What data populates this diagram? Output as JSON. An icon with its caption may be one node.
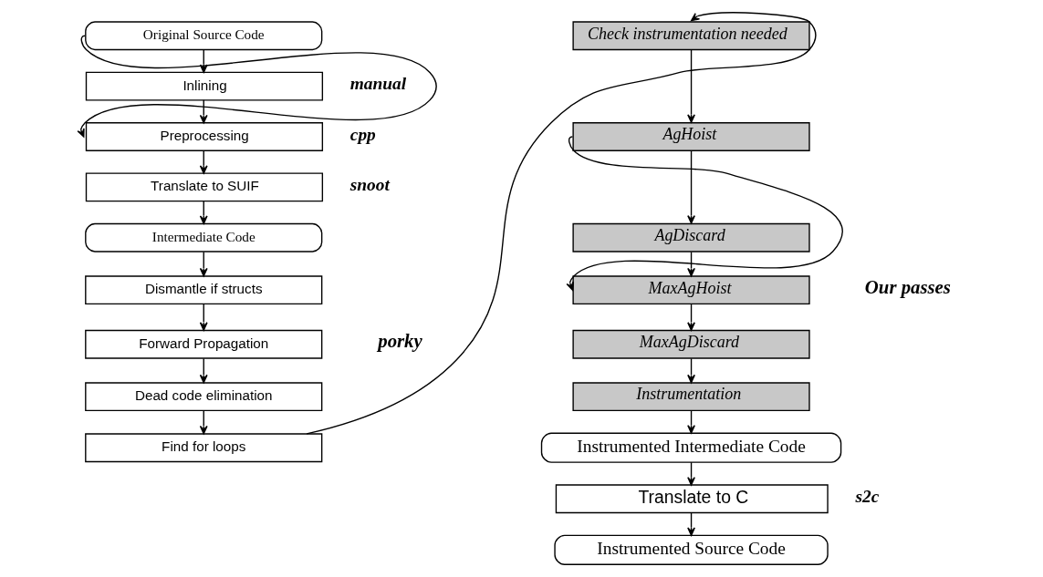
{
  "diagram": {
    "nodes": [
      {
        "text": [
          "Original Source Code"
        ]
      },
      {
        "text": [
          "Inlining"
        ],
        "beside": [
          "manual"
        ]
      },
      {
        "text": [
          "Preprocessing"
        ],
        "beside": [
          "cpp"
        ]
      },
      {
        "text": [
          "Translate to SUIF"
        ],
        "beside": [
          "snoot"
        ]
      },
      {
        "text": [
          "Intermediate Code"
        ]
      },
      {
        "text": [
          "Dismantle if structs"
        ]
      },
      {
        "text": [
          "Forward Propagation"
        ]
      },
      {
        "text": [
          "Dead code elimination"
        ]
      },
      {
        "text": [
          "Find for loops"
        ]
      },
      {
        "text": [
          "Check instrumentation needed"
        ]
      },
      {
        "text": [
          "AgHoist"
        ]
      },
      {
        "text": [
          "AgDiscard"
        ]
      },
      {
        "text": [
          "MaxAgHoist"
        ]
      },
      {
        "text": [
          "MaxAgDiscard"
        ]
      },
      {
        "text": [
          "Instrumentation"
        ]
      },
      {
        "text": [
          "Instrumented Intermediate Code"
        ]
      },
      {
        "text": [
          "Translate to C"
        ],
        "beside": [
          "s2c"
        ]
      },
      {
        "text": [
          "Instrumented Source Code"
        ]
      }
    ],
    "edges": [
      {
        "from": 0,
        "to": 1,
        "arrow": "to"
      },
      {
        "from": 1,
        "to": 2,
        "arrow": "to"
      },
      {
        "from": 0,
        "to": 2,
        "arrow": "to"
      },
      {
        "from": 2,
        "to": 3,
        "arrow": "to"
      },
      {
        "from": 3,
        "to": 4,
        "arrow": "to"
      },
      {
        "from": 4,
        "to": 5,
        "arrow": "to"
      },
      {
        "from": 5,
        "to": 6,
        "arrow": "to"
      },
      {
        "from": 6,
        "to": 7,
        "arrow": "to"
      },
      {
        "from": 7,
        "to": 8,
        "arrow": "to"
      },
      {
        "from": 8,
        "to": 9,
        "arrow": "to"
      },
      {
        "from": 9,
        "to": 10,
        "arrow": "to"
      },
      {
        "from": 10,
        "to": 11,
        "arrow": "to"
      },
      {
        "from": 11,
        "to": 12,
        "arrow": "to"
      },
      {
        "from": 10,
        "to": 12,
        "arrow": "to"
      },
      {
        "from": 12,
        "to": 13,
        "arrow": "to"
      },
      {
        "from": 13,
        "to": 14,
        "arrow": "to"
      },
      {
        "from": 14,
        "to": 15,
        "arrow": "to"
      },
      {
        "from": 15,
        "to": 16,
        "arrow": "to"
      },
      {
        "from": 16,
        "to": 17,
        "arrow": "to"
      }
    ],
    "labels": [
      "porky",
      "Our passes"
    ]
  }
}
